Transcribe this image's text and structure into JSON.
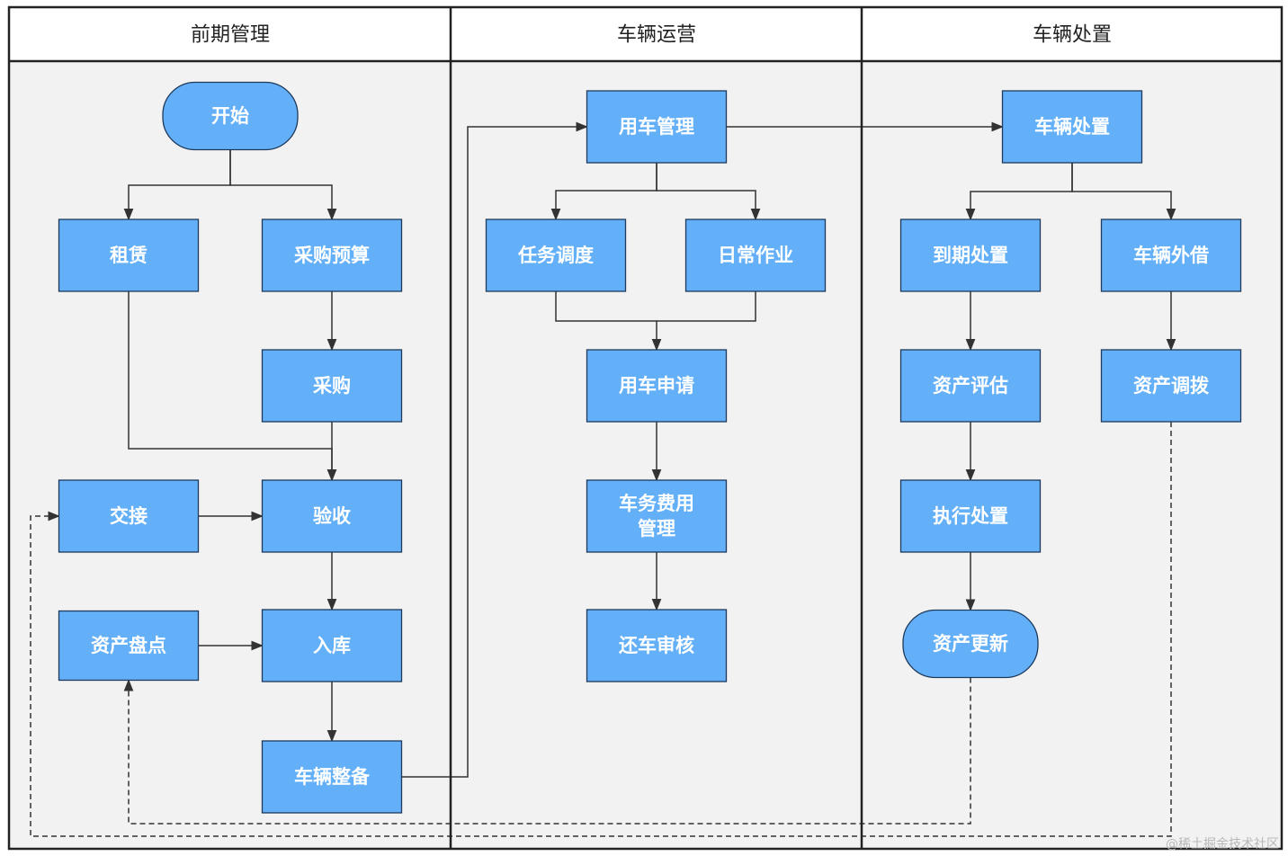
{
  "lanes": [
    {
      "id": "lane-preliminary",
      "title": "前期管理"
    },
    {
      "id": "lane-operation",
      "title": "车辆运营"
    },
    {
      "id": "lane-disposal",
      "title": "车辆处置"
    }
  ],
  "nodes": [
    {
      "id": "start",
      "label": [
        "开始"
      ],
      "shape": "terminal"
    },
    {
      "id": "lease",
      "label": [
        "租赁"
      ],
      "shape": "process"
    },
    {
      "id": "purchase-budget",
      "label": [
        "采购预算"
      ],
      "shape": "process"
    },
    {
      "id": "purchase",
      "label": [
        "采购"
      ],
      "shape": "process"
    },
    {
      "id": "handover",
      "label": [
        "交接"
      ],
      "shape": "process"
    },
    {
      "id": "acceptance",
      "label": [
        "验收"
      ],
      "shape": "process"
    },
    {
      "id": "asset-inventory",
      "label": [
        "资产盘点"
      ],
      "shape": "process"
    },
    {
      "id": "warehousing",
      "label": [
        "入库"
      ],
      "shape": "process"
    },
    {
      "id": "vehicle-prep",
      "label": [
        "车辆整备"
      ],
      "shape": "process"
    },
    {
      "id": "vehicle-use-mgmt",
      "label": [
        "用车管理"
      ],
      "shape": "process"
    },
    {
      "id": "task-dispatch",
      "label": [
        "任务调度"
      ],
      "shape": "process"
    },
    {
      "id": "daily-work",
      "label": [
        "日常作业"
      ],
      "shape": "process"
    },
    {
      "id": "vehicle-request",
      "label": [
        "用车申请"
      ],
      "shape": "process"
    },
    {
      "id": "vehicle-cost-mgmt",
      "label": [
        "车务费用",
        "管理"
      ],
      "shape": "process"
    },
    {
      "id": "return-review",
      "label": [
        "还车审核"
      ],
      "shape": "process"
    },
    {
      "id": "vehicle-disposal",
      "label": [
        "车辆处置"
      ],
      "shape": "process"
    },
    {
      "id": "expiry-disposal",
      "label": [
        "到期处置"
      ],
      "shape": "process"
    },
    {
      "id": "vehicle-lend",
      "label": [
        "车辆外借"
      ],
      "shape": "process"
    },
    {
      "id": "asset-evaluation",
      "label": [
        "资产评估"
      ],
      "shape": "process"
    },
    {
      "id": "asset-transfer",
      "label": [
        "资产调拨"
      ],
      "shape": "process"
    },
    {
      "id": "execute-disposal",
      "label": [
        "执行处置"
      ],
      "shape": "process"
    },
    {
      "id": "asset-update",
      "label": [
        "资产更新"
      ],
      "shape": "terminal"
    }
  ],
  "edges": [
    {
      "from": "start",
      "to": "lease",
      "style": "solid"
    },
    {
      "from": "start",
      "to": "purchase-budget",
      "style": "solid"
    },
    {
      "from": "purchase-budget",
      "to": "purchase",
      "style": "solid"
    },
    {
      "from": "purchase",
      "to": "acceptance",
      "style": "solid"
    },
    {
      "from": "lease",
      "to": "acceptance",
      "style": "solid"
    },
    {
      "from": "handover",
      "to": "acceptance",
      "style": "solid"
    },
    {
      "from": "acceptance",
      "to": "warehousing",
      "style": "solid"
    },
    {
      "from": "asset-inventory",
      "to": "warehousing",
      "style": "solid"
    },
    {
      "from": "warehousing",
      "to": "vehicle-prep",
      "style": "solid"
    },
    {
      "from": "vehicle-prep",
      "to": "vehicle-use-mgmt",
      "style": "solid"
    },
    {
      "from": "vehicle-use-mgmt",
      "to": "task-dispatch",
      "style": "solid"
    },
    {
      "from": "vehicle-use-mgmt",
      "to": "daily-work",
      "style": "solid"
    },
    {
      "from": "task-dispatch",
      "to": "vehicle-request",
      "style": "solid"
    },
    {
      "from": "daily-work",
      "to": "vehicle-request",
      "style": "solid"
    },
    {
      "from": "vehicle-request",
      "to": "vehicle-cost-mgmt",
      "style": "solid"
    },
    {
      "from": "vehicle-cost-mgmt",
      "to": "return-review",
      "style": "solid"
    },
    {
      "from": "vehicle-use-mgmt",
      "to": "vehicle-disposal",
      "style": "solid"
    },
    {
      "from": "vehicle-disposal",
      "to": "expiry-disposal",
      "style": "solid"
    },
    {
      "from": "vehicle-disposal",
      "to": "vehicle-lend",
      "style": "solid"
    },
    {
      "from": "expiry-disposal",
      "to": "asset-evaluation",
      "style": "solid"
    },
    {
      "from": "asset-evaluation",
      "to": "execute-disposal",
      "style": "solid"
    },
    {
      "from": "execute-disposal",
      "to": "asset-update",
      "style": "solid"
    },
    {
      "from": "vehicle-lend",
      "to": "asset-transfer",
      "style": "solid"
    },
    {
      "from": "asset-update",
      "to": "asset-inventory",
      "style": "dashed"
    },
    {
      "from": "asset-transfer",
      "to": "handover",
      "style": "dashed"
    }
  ],
  "watermark": "@稀土掘金技术社区",
  "colors": {
    "node_fill": "#64b0f8",
    "node_stroke": "#1e3a5c",
    "lane_bg": "#f2f2f2",
    "border": "#222222"
  }
}
